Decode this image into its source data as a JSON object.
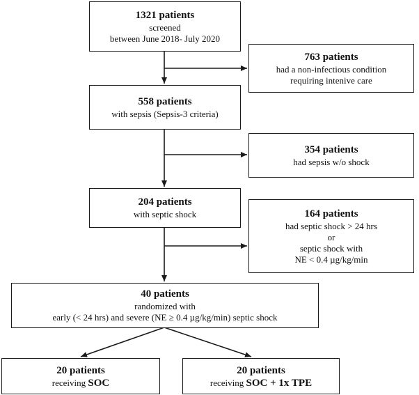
{
  "boxes": {
    "screened": {
      "title": "1321 patients",
      "lines": [
        "screened",
        "between June 2018- July 2020"
      ]
    },
    "noninfectious": {
      "title": "763 patients",
      "lines": [
        "had a non-infectious condition",
        "requiring intenive care"
      ]
    },
    "sepsis": {
      "title": "558 patients",
      "lines": [
        "with sepsis (Sepsis-3 criteria)"
      ]
    },
    "sepsis_no_shock": {
      "title": "354 patients",
      "lines": [
        "had sepsis w/o shock"
      ]
    },
    "septic_shock": {
      "title": "204 patients",
      "lines": [
        "with septic shock"
      ]
    },
    "excluded_shock": {
      "title": "164 patients",
      "lines": [
        "had septic shock > 24 hrs",
        "or",
        "septic shock with",
        "NE < 0.4 µg/kg/min"
      ]
    },
    "randomized": {
      "title": "40 patients",
      "lines": [
        "randomized with",
        "early (< 24 hrs) and severe (NE ≥ 0.4 µg/kg/min) septic shock"
      ]
    },
    "soc": {
      "title": "20 patients",
      "prefix": "receiving",
      "arm": "SOC"
    },
    "soc_tpe": {
      "title": "20 patients",
      "prefix": "receiving",
      "arm": "SOC + 1x TPE"
    }
  }
}
